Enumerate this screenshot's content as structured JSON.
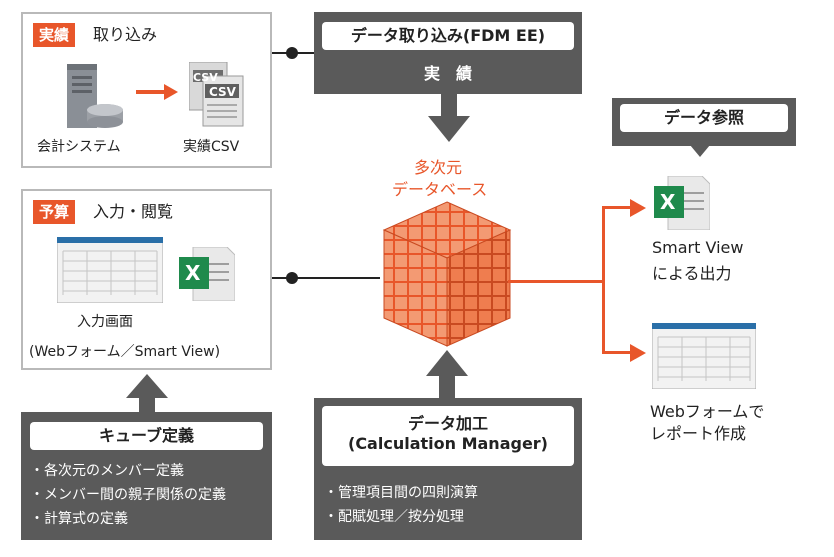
{
  "actual_panel": {
    "tag": "実績",
    "title": "取り込み",
    "source_label": "会計システム",
    "target_label": "実績CSV",
    "csv_icon_text": "CSV"
  },
  "budget_panel": {
    "tag": "予算",
    "title": "入力・閲覧",
    "form_label": "入力画面",
    "subtitle": "(Webフォーム／Smart View)",
    "excel_icon_text": "X"
  },
  "fdm_box": {
    "title": "データ取り込み(FDM EE)",
    "subtitle": "実　績"
  },
  "cube": {
    "label_line1": "多次元",
    "label_line2": "データベース"
  },
  "ref_box": {
    "title": "データ参照"
  },
  "outputs": {
    "smartview_line1": "Smart View",
    "smartview_line2": "による出力",
    "excel_icon_text": "X",
    "webform_line1": "Webフォームで",
    "webform_line2": "レポート作成"
  },
  "cube_def_box": {
    "title": "キューブ定義",
    "bullets": [
      "・各次元のメンバー定義",
      "・メンバー間の親子関係の定義",
      "・計算式の定義"
    ]
  },
  "calc_box": {
    "title_line1": "データ加工",
    "title_line2": "(Calculation Manager)",
    "bullets": [
      "・管理項目間の四則演算",
      "・配賦処理／按分処理"
    ]
  },
  "colors": {
    "accent": "#e8562a",
    "dark": "#5a5a5a",
    "excel_green": "#1f8a4c",
    "form_blue": "#2a6fa8"
  }
}
